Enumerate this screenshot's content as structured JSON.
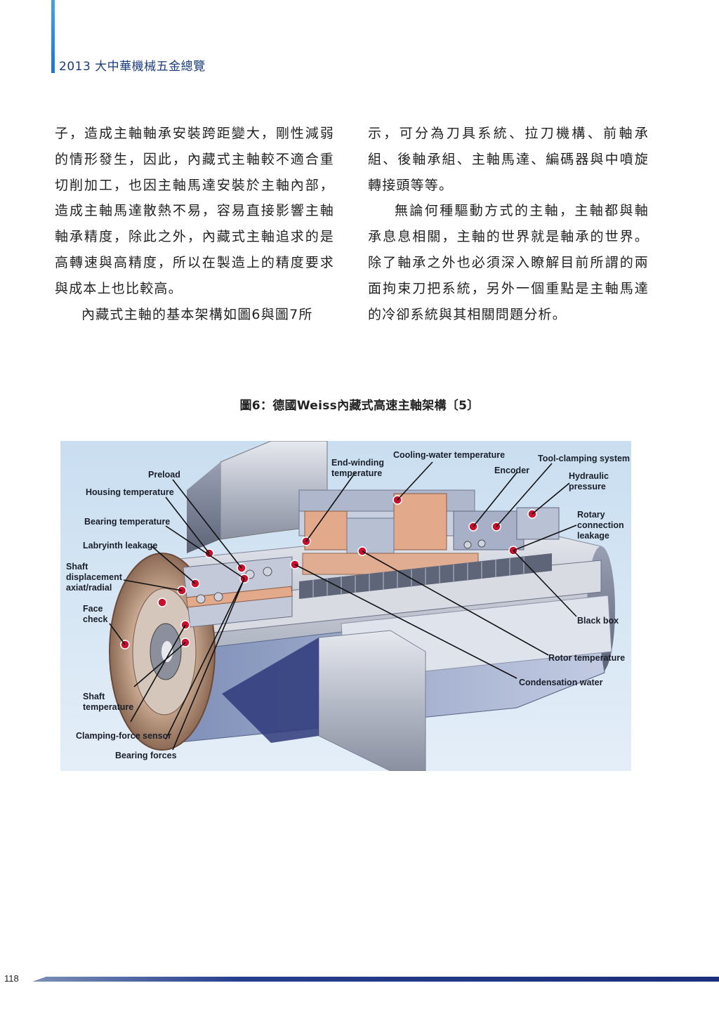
{
  "header": {
    "title": "2013 大中華機械五金總覽"
  },
  "article": {
    "left_paragraphs": [
      "子，造成主軸軸承安裝跨距變大，剛性減弱的情形發生，因此，內藏式主軸較不適合重切削加工，也因主軸馬達安裝於主軸內部，造成主軸馬達散熱不易，容易直接影響主軸軸承精度，除此之外，內藏式主軸追求的是高轉速與高精度，所以在製造上的精度要求與成本上也比較高。",
      "內藏式主軸的基本架構如圖6與圖7所"
    ],
    "right_paragraphs": [
      "示，可分為刀具系統、拉刀機構、前軸承組、後軸承組、主軸馬達、編碼器與中噴旋轉接頭等等。",
      "無論何種驅動方式的主軸，主軸都與軸承息息相關，主軸的世界就是軸承的世界。除了軸承之外也必須深入瞭解目前所謂的兩面拘束刀把系統，另外一個重點是主軸馬達的冷卻系統與其相關問題分析。"
    ]
  },
  "figure": {
    "caption": "圖6：德國Weiss內藏式高速主軸架構〔5〕",
    "labels": {
      "preload": "Preload",
      "housing_temperature": "Housing temperature",
      "bearing_temperature": "Bearing temperature",
      "labyrinth_leakage": "Labryinth leakage",
      "shaft_displacement_1": "Shaft",
      "shaft_displacement_2": "displacement",
      "shaft_displacement_3": "axiat/radial",
      "face_check_1": "Face",
      "face_check_2": "check",
      "shaft_temperature_1": "Shaft",
      "shaft_temperature_2": "temperature",
      "clamping_force_sensor": "Clamping-force sensor",
      "bearing_forces": "Bearing forces",
      "end_winding_1": "End-winding",
      "end_winding_2": "temperature",
      "cooling_water_temperature": "Cooling-water temperature",
      "encoder": "Encoder",
      "tool_clamping_system": "Tool-clamping system",
      "hydraulic_1": "Hydraulic",
      "hydraulic_2": "pressure",
      "rotary_1": "Rotary",
      "rotary_2": "connection",
      "rotary_3": "leakage",
      "black_box": "Black box",
      "rotor_temperature": "Rotor temperature",
      "condensation_water": "Condensation water"
    }
  },
  "footer": {
    "page_number": "118"
  },
  "colors": {
    "accent": "#1f78c8",
    "footer": "#1b2f7b",
    "sensor": "#c8102e",
    "copper": "#e2a98a"
  }
}
